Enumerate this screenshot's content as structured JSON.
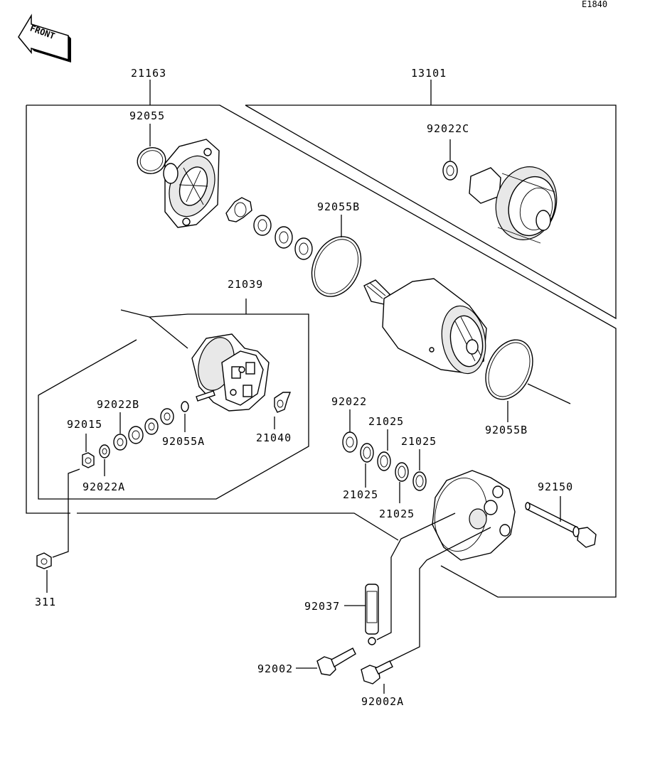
{
  "diagram_code": "E1840",
  "front_label": "FRONT",
  "labels": {
    "p21163": "21163",
    "p13101": "13101",
    "p92055": "92055",
    "p92022C": "92022C",
    "p92055B_top": "92055B",
    "p21039": "21039",
    "p92022B": "92022B",
    "p92015": "92015",
    "p92055A": "92055A",
    "p21040": "21040",
    "p92022A": "92022A",
    "p92022": "92022",
    "p21025_a": "21025",
    "p21025_b": "21025",
    "p21025_c": "21025",
    "p21025_d": "21025",
    "p92055B_bottom": "92055B",
    "p92150": "92150",
    "p311": "311",
    "p92037": "92037",
    "p92002": "92002",
    "p92002A": "92002A"
  }
}
